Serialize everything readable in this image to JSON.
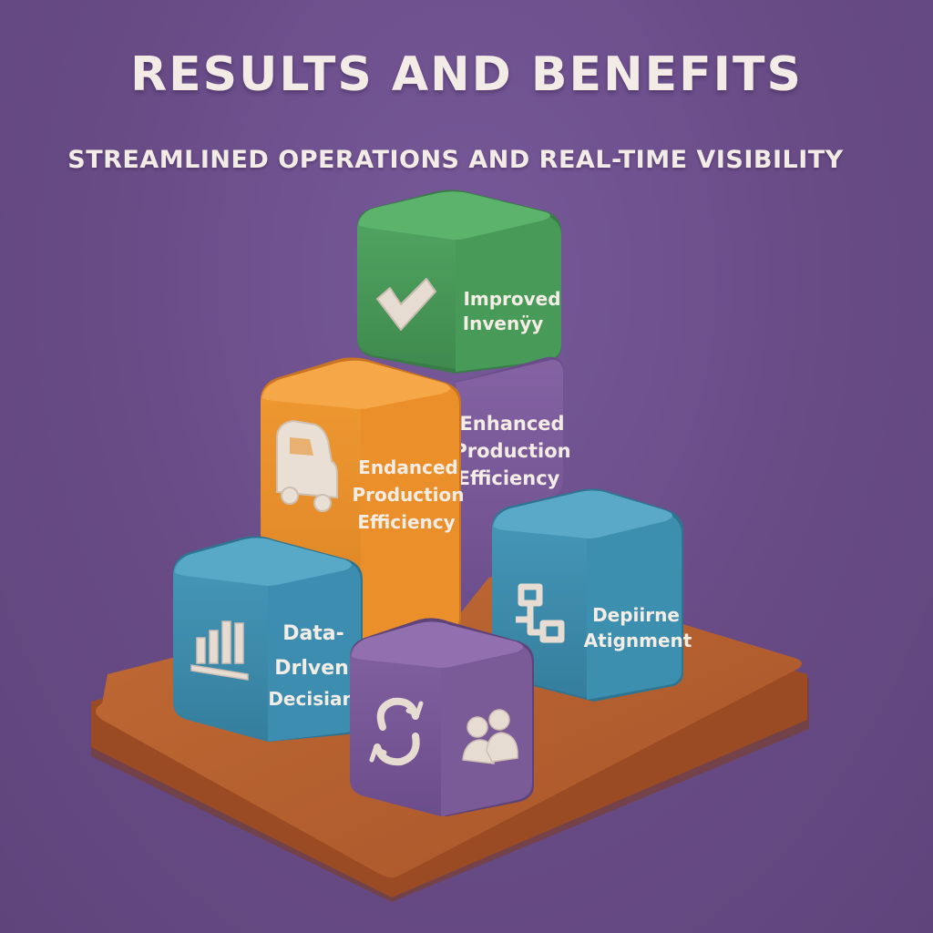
{
  "title": "RESULTS AND BENEFITS",
  "subtitle": "STREAMLINED OPERATIONS AND REAL-TIME VISIBILITY",
  "colors": {
    "background": "#6b4f86",
    "green_block": "#4a9a5a",
    "orange_block": "#e8922e",
    "purple_block": "#7a5898",
    "blue_block": "#3e8fb0",
    "base_plate": "#b8612e",
    "text": "#f4ede6"
  },
  "blocks": [
    {
      "name": "green",
      "icon": "checkmark-icon",
      "lines": [
        "Improved",
        "Invenÿy"
      ]
    },
    {
      "name": "orange",
      "icon": "vehicle-icon",
      "lines": [
        "Endanced",
        "Production",
        "Efficiency"
      ]
    },
    {
      "name": "purple-tall",
      "icon": "",
      "lines": [
        "Enhanced",
        "Production",
        "Efficiency"
      ]
    },
    {
      "name": "blue-left",
      "icon": "bar-chart-icon",
      "lines": [
        "Data-",
        "Drlven",
        "Decisian"
      ]
    },
    {
      "name": "blue-right",
      "icon": "flowchart-icon",
      "lines": [
        "Depiirne",
        "Atignment"
      ]
    },
    {
      "name": "purple-small",
      "icon": "cycle-and-people-icon",
      "lines": []
    }
  ]
}
